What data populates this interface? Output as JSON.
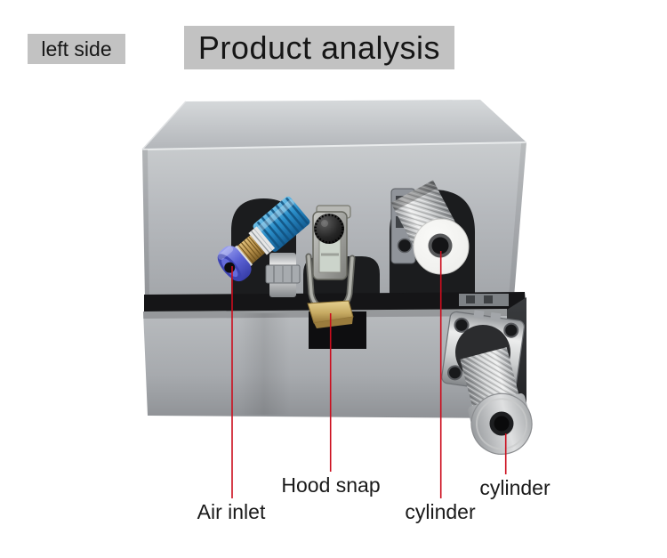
{
  "header": {
    "side_label": "left side",
    "title": "Product analysis",
    "panel_bg": "#c2c2c2"
  },
  "figure": {
    "callouts": [
      {
        "id": "air-inlet",
        "label": "Air inlet"
      },
      {
        "id": "hood-snap",
        "label": "Hood snap"
      },
      {
        "id": "cylinder-front",
        "label": "cylinder"
      },
      {
        "id": "cylinder-side",
        "label": "cylinder"
      }
    ],
    "leader_line_color": "#cc0d1d",
    "machine_gray": "#b5b8bc",
    "fitting_blue": "#2a8ec9",
    "fitting_tip_violet": "#5a61d4",
    "brass_gold": "#c19a55",
    "catch_gold": "#cdb269"
  }
}
